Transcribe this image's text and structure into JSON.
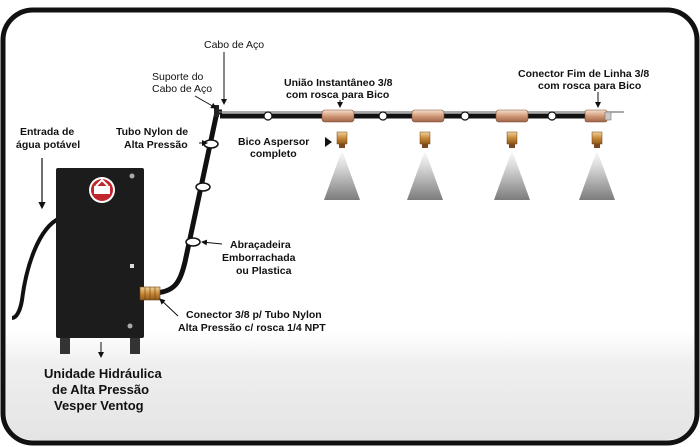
{
  "labels": {
    "cabo_aco": "Cabo de Aço",
    "suporte_1": "Suporte do",
    "suporte_2": "Cabo de Aço",
    "uniao_1": "União Instantâneo 3/8",
    "uniao_2": "com rosca para Bico",
    "conector_fim_1": "Conector Fim de Linha  3/8",
    "conector_fim_2": "com rosca para Bico",
    "entrada_1": "Entrada de",
    "entrada_2": "água potável",
    "tubo_1": "Tubo Nylon de",
    "tubo_2": "Alta Pressão",
    "bico_1": "Bico Aspersor",
    "bico_2": "completo",
    "abracadeira_1": "Abraçadeira",
    "abracadeira_2": "Emborrachada",
    "abracadeira_3": "ou Plastica",
    "conector_38_1": "Conector 3/8 p/ Tubo Nylon",
    "conector_38_2": "Alta Pressão c/ rosca 1/4 NPT",
    "unidade_1": "Unidade Hidráulica",
    "unidade_2": "de Alta Pressão",
    "unidade_3": "Vesper Ventog"
  },
  "colors": {
    "frame": "#111111",
    "pump": "#1c1c1c",
    "tube": "#111111",
    "brass": "#c98a3a",
    "nozzle_body": "#e3b487"
  },
  "icons": {
    "pump_logo": "logo-badge-icon",
    "nozzle": "nozzle-icon",
    "spray": "spray-cone-icon"
  }
}
